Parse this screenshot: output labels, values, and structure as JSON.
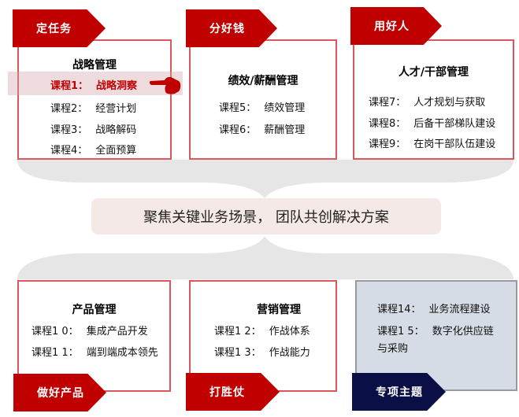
{
  "colors": {
    "accent_red": "#c00000",
    "box_border": "#d9575d",
    "navy": "#0a0f45",
    "gray_box": "#d6dce5",
    "brace_gray": "#e6e6e6",
    "banner_bg": "#f5e9e8",
    "highlight_bg": "#ecd2d5"
  },
  "center_banner": "聚焦关键业务场景， 团队共创解决方案",
  "top_modules": [
    {
      "tag": "定任务",
      "title": "战略管理",
      "courses": [
        {
          "num": "课程1：",
          "name": "战略洞察",
          "highlighted": true
        },
        {
          "num": "课程2：",
          "name": "经营计划"
        },
        {
          "num": "课程3：",
          "name": "战略解码"
        },
        {
          "num": "课程4：",
          "name": "全面预算"
        }
      ],
      "pointer_icon": "pointing-hand-icon"
    },
    {
      "tag": "分好钱",
      "title": "绩效/薪酬管理",
      "courses": [
        {
          "num": "课程5：",
          "name": "绩效管理"
        },
        {
          "num": "课程6：",
          "name": "薪酬管理"
        }
      ]
    },
    {
      "tag": "用好人",
      "title": "人才/干部管理",
      "courses": [
        {
          "num": "课程7：",
          "name": "人才规划与获取"
        },
        {
          "num": "课程8：",
          "name": "后备干部梯队建设"
        },
        {
          "num": "课程9：",
          "name": "在岗干部队伍建设"
        }
      ]
    }
  ],
  "bottom_modules": [
    {
      "tag": "做好产品",
      "title": "产品管理",
      "courses": [
        {
          "num": "课程1 0：",
          "name": "集成产品开发"
        },
        {
          "num": "课程1 1：",
          "name": "端到端成本领先"
        }
      ]
    },
    {
      "tag": "打胜仗",
      "title": "营销管理",
      "courses": [
        {
          "num": "课程1 2：",
          "name": "作战体系"
        },
        {
          "num": "课程1 3：",
          "name": "作战能力"
        }
      ]
    },
    {
      "tag": "专项主题",
      "title": "",
      "courses": [
        {
          "num": "课程14：",
          "name": "业务流程建设"
        },
        {
          "num": "课程1 5：",
          "name": "数字化供应链"
        },
        {
          "num": "",
          "name": "与采购"
        }
      ]
    }
  ]
}
